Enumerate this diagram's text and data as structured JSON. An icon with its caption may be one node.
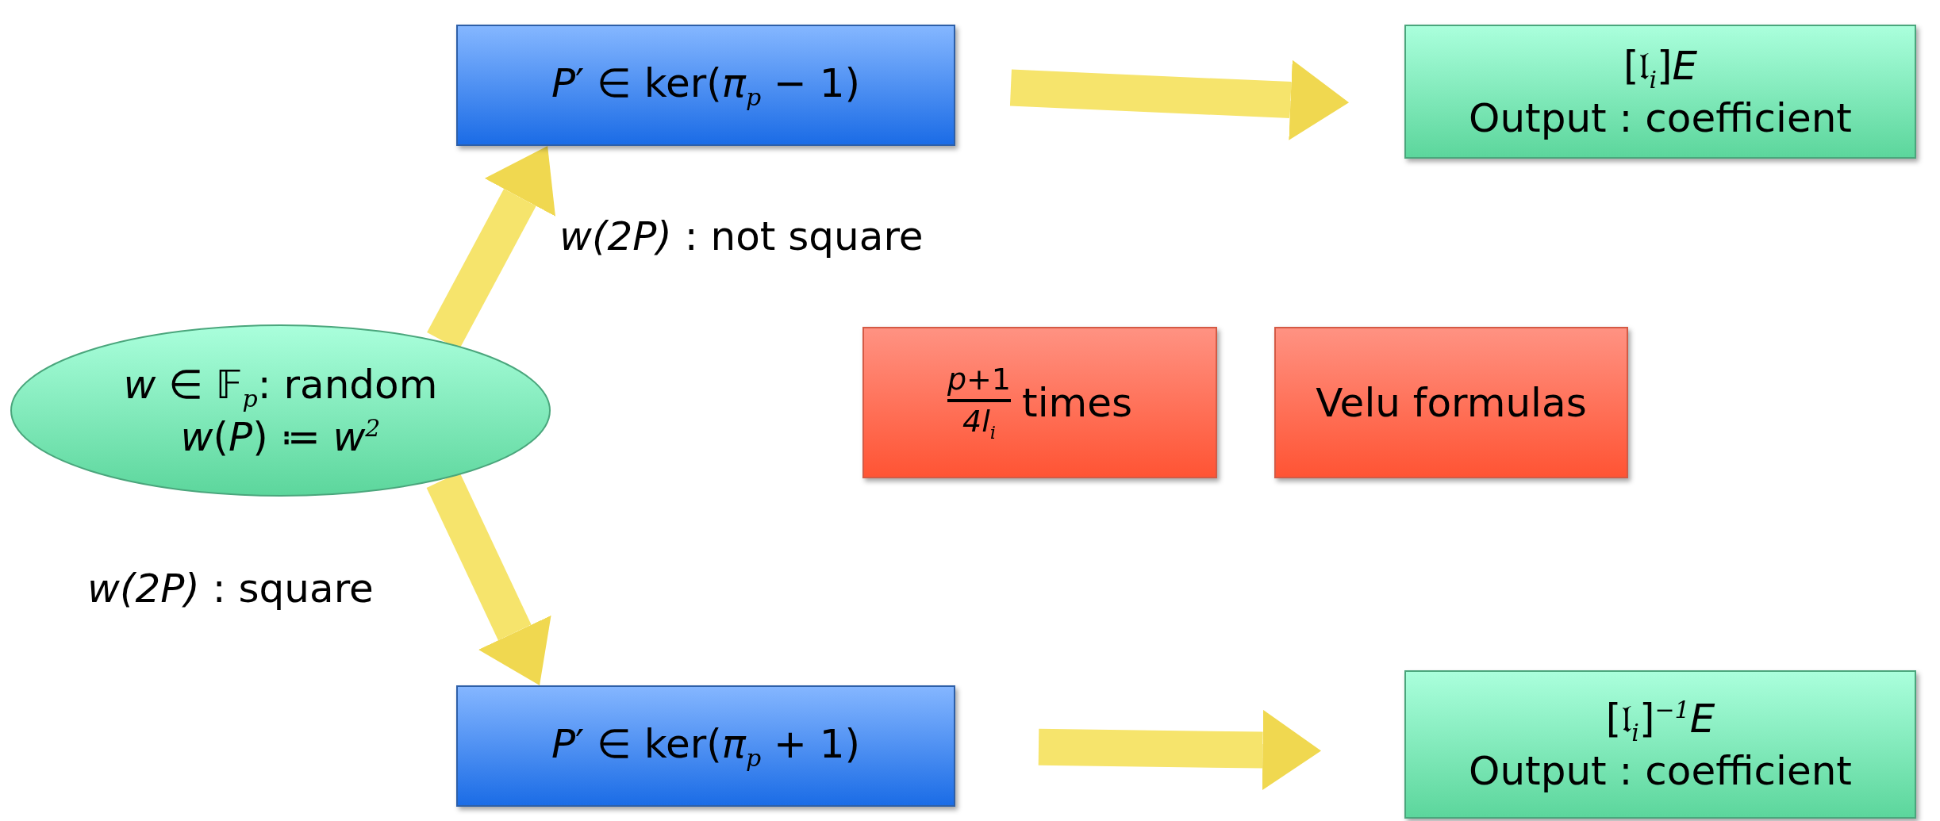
{
  "diagram": {
    "nodes": [
      {
        "text": [
          "*P*′ ∈ ker(*π*$_{p}$ − 1)"
        ]
      },
      {
        "text": [
          "[𝔩$_{i}$]*E*",
          "Output : coefficient"
        ]
      },
      {
        "text": [
          "*w* ∈ 𝔽$_{p}$: random",
          "*w*(*P*) ≔ *w*$^{2}$"
        ]
      },
      {
        "text": [
          "*p*+1",
          "*4l*$_{i}$",
          "times"
        ]
      },
      {
        "text": [
          "Velu formulas"
        ]
      },
      {
        "text": [
          "*P*′ ∈ ker(*π*$_{p}$ + 1)"
        ]
      },
      {
        "text": [
          "[𝔩$_{i}$]$^{−1}$*E*",
          "Output : coefficient"
        ]
      }
    ],
    "edges": [
      {
        "from": 0,
        "to": 1,
        "arrow": "to"
      },
      {
        "from": 2,
        "to": 0,
        "arrow": "to",
        "label": "*w(2P)* : not square"
      },
      {
        "from": 2,
        "to": 5,
        "arrow": "to",
        "label": "*w(2P)* : square"
      },
      {
        "from": 5,
        "to": 6,
        "arrow": "to"
      }
    ]
  }
}
